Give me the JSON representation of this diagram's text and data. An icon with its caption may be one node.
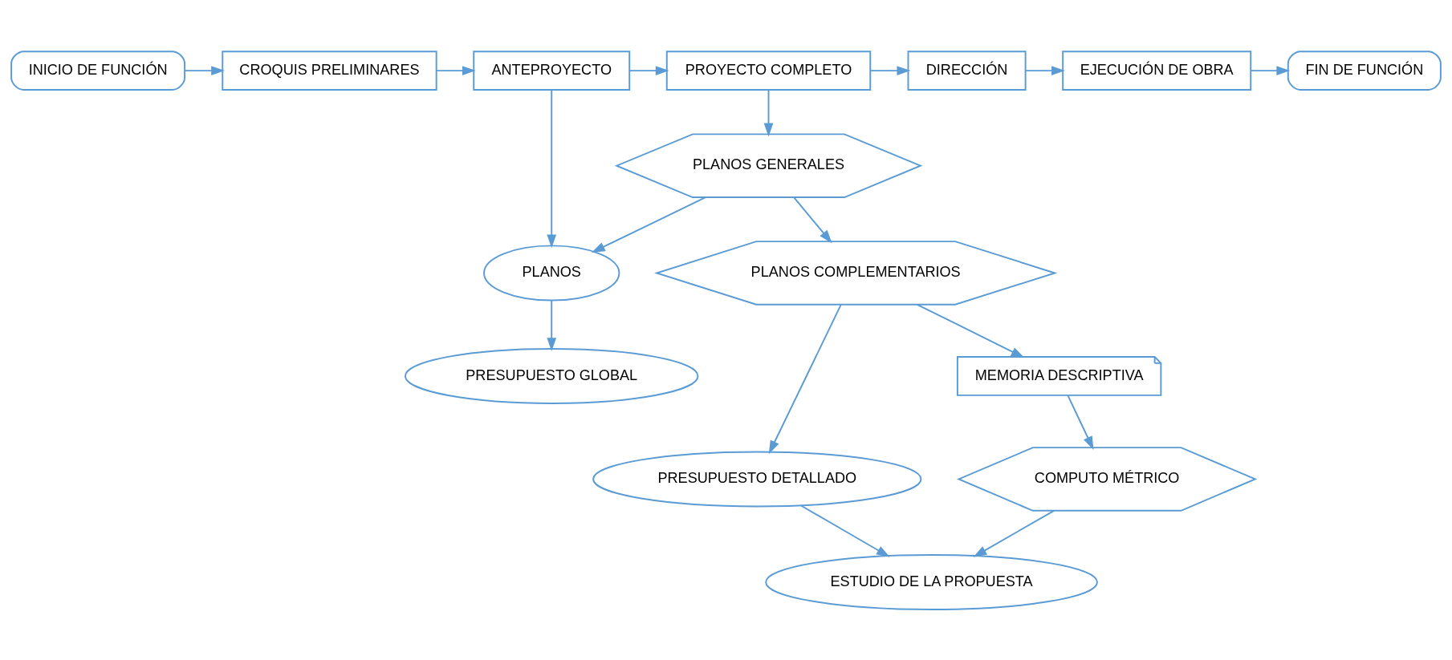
{
  "diagram": {
    "nodes": [
      {
        "text": [
          "INICIO DE FUNCIÓN"
        ]
      },
      {
        "text": [
          "CROQUIS PRELIMINARES"
        ]
      },
      {
        "text": [
          "ANTEPROYECTO"
        ]
      },
      {
        "text": [
          "PROYECTO COMPLETO"
        ]
      },
      {
        "text": [
          "DIRECCIÓN"
        ]
      },
      {
        "text": [
          "EJECUCIÓN DE OBRA"
        ]
      },
      {
        "text": [
          "FIN DE FUNCIÓN"
        ]
      },
      {
        "text": [
          "PLANOS"
        ]
      },
      {
        "text": [
          "PLANOS GENERALES"
        ]
      },
      {
        "text": [
          "PLANOS COMPLEMENTARIOS"
        ]
      },
      {
        "text": [
          "PRESUPUESTO DETALLADO"
        ]
      },
      {
        "text": [
          "PRESUPUESTO GLOBAL"
        ]
      },
      {
        "text": [
          "MEMORIA DESCRIPTIVA"
        ]
      },
      {
        "text": [
          "COMPUTO MÉTRICO"
        ]
      },
      {
        "text": [
          "ESTUDIO DE LA PROPUESTA"
        ]
      }
    ],
    "edges": [
      {
        "from": 0,
        "to": 1,
        "arrow": "to"
      },
      {
        "from": 1,
        "to": 2,
        "arrow": "to"
      },
      {
        "from": 2,
        "to": 3,
        "arrow": "to"
      },
      {
        "from": 3,
        "to": 4,
        "arrow": "to"
      },
      {
        "from": 4,
        "to": 5,
        "arrow": "to"
      },
      {
        "from": 5,
        "to": 6,
        "arrow": "to"
      },
      {
        "from": 2,
        "to": 7,
        "arrow": "to"
      },
      {
        "from": 3,
        "to": 8,
        "arrow": "to"
      },
      {
        "from": 8,
        "to": 7,
        "arrow": "to"
      },
      {
        "from": 8,
        "to": 9,
        "arrow": "to"
      },
      {
        "from": 7,
        "to": 11,
        "arrow": "to"
      },
      {
        "from": 9,
        "to": 10,
        "arrow": "to"
      },
      {
        "from": 9,
        "to": 12,
        "arrow": "to"
      },
      {
        "from": 12,
        "to": 13,
        "arrow": "to"
      },
      {
        "from": 13,
        "to": 14,
        "arrow": "to"
      },
      {
        "from": 10,
        "to": 14,
        "arrow": "to"
      }
    ]
  }
}
